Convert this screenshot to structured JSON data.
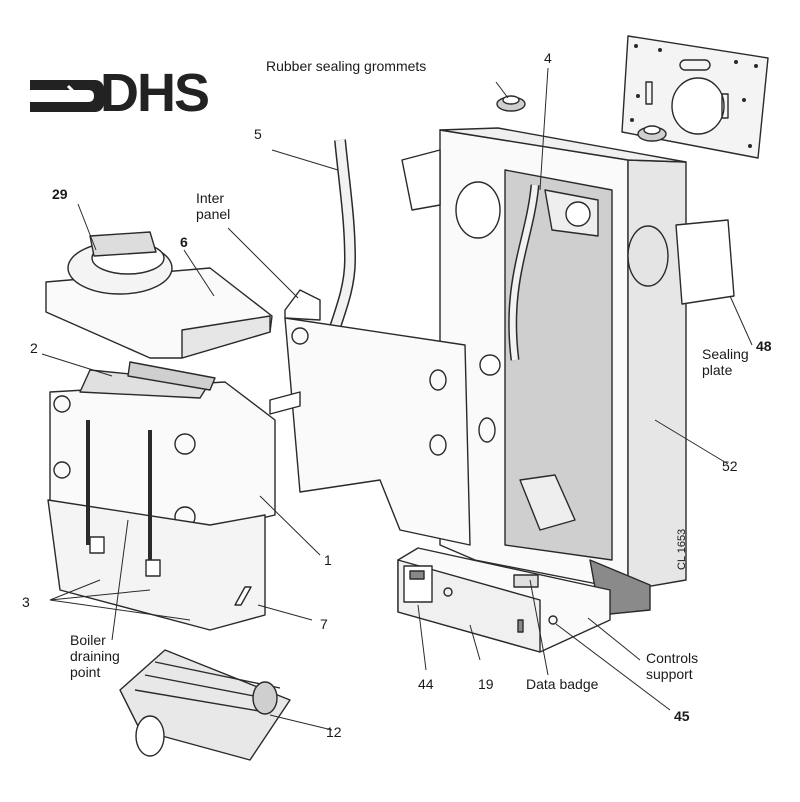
{
  "logo": {
    "text": "DHS"
  },
  "labels": {
    "rubber_sealing_grommets": "Rubber sealing grommets",
    "inter_panel_line1": "Inter",
    "inter_panel_line2": "panel",
    "sealing_plate_line1": "Sealing",
    "sealing_plate_line2": "plate",
    "boiler_draining_line1": "Boiler",
    "boiler_draining_line2": "draining",
    "boiler_draining_line3": "point",
    "data_badge": "Data badge",
    "controls_support_line1": "Controls",
    "controls_support_line2": "support",
    "drawing_ref": "CL 1653"
  },
  "part_numbers": {
    "p1": "1",
    "p2": "2",
    "p3": "3",
    "p4": "4",
    "p5": "5",
    "p6": "6",
    "p7": "7",
    "p12": "12",
    "p19": "19",
    "p29": "29",
    "p44": "44",
    "p45": "45",
    "p48": "48",
    "p52": "52"
  },
  "colors": {
    "line": "#2a2a2a",
    "fill_light": "#f2f2f2",
    "fill_mid": "#cfcfcf",
    "fill_dark": "#8a8a8a"
  }
}
